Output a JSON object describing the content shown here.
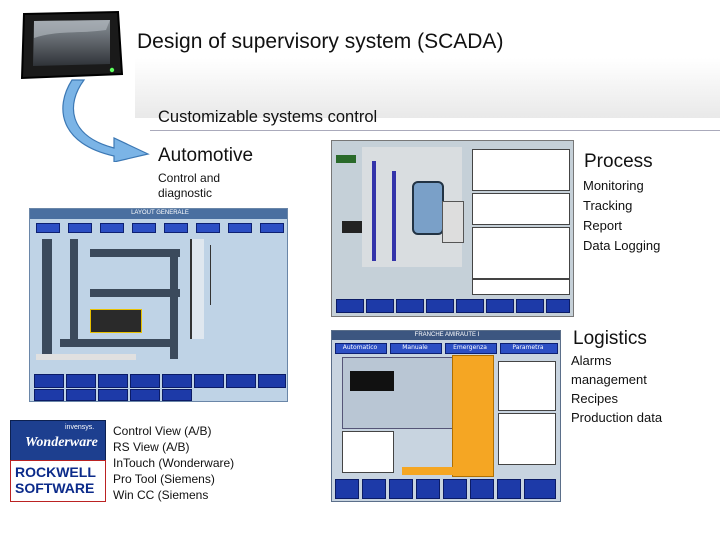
{
  "header": {
    "title": "Design of supervisory system (SCADA)",
    "subtitle": "Customizable systems control"
  },
  "automotive": {
    "title": "Automotive",
    "description": [
      "Control and",
      "diagnostic"
    ],
    "screen_header": "LAYOUT GENERALE"
  },
  "process": {
    "title": "Process",
    "items": [
      "Monitoring",
      "Tracking",
      "Report",
      "Data Logging"
    ]
  },
  "logistics": {
    "title": "Logistics",
    "items": [
      "Alarms",
      "management",
      "Recipes",
      "Production data"
    ],
    "screen_header": "FRANCHE AMIRAUTE I",
    "tabs": [
      "Automatico",
      "Manuale",
      "Emergenza",
      "Parametra"
    ]
  },
  "software": {
    "items": [
      "Control View (A/B)",
      "RS View (A/B)",
      "InTouch (Wonderware)",
      "Pro Tool (Siemens)",
      "Win CC (Siemens"
    ]
  },
  "logos": {
    "wonderware_top": "invensys.",
    "wonderware_name": "Wonderware",
    "rockwell_line1": "ROCKWELL",
    "rockwell_line2": "SOFTWARE"
  },
  "colors": {
    "accent_blue": "#1d3aa8",
    "panel_orange": "#f5a623",
    "screen_bg": "#c8d4e0"
  }
}
